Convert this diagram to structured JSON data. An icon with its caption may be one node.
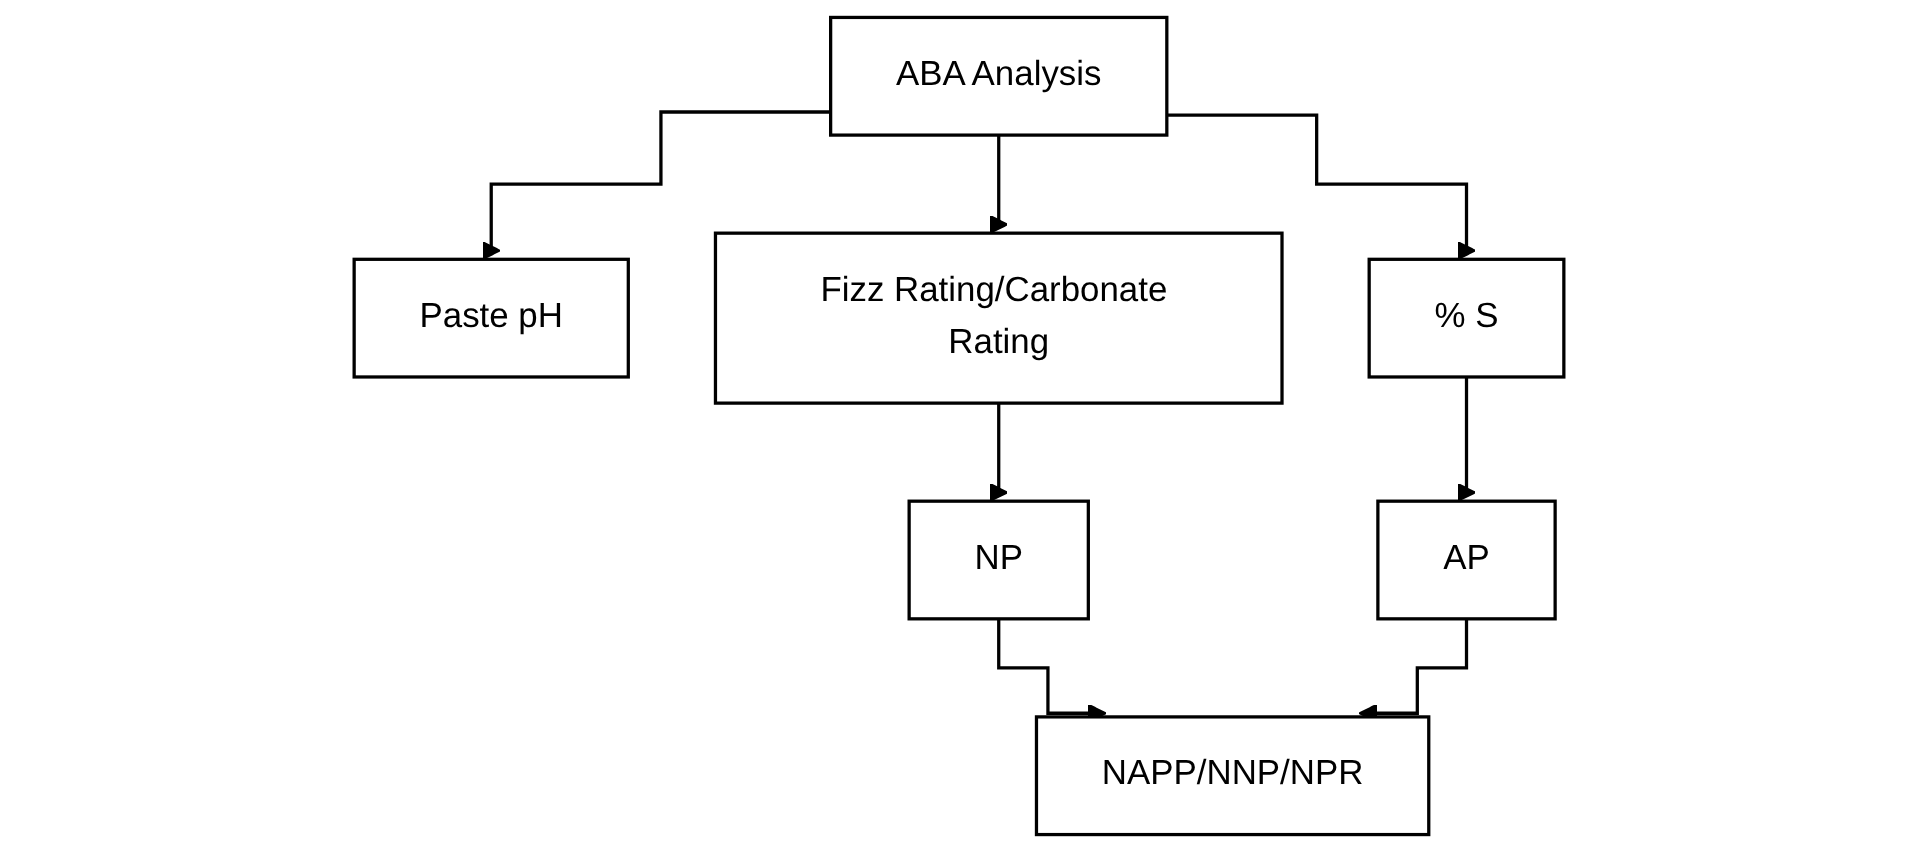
{
  "diagram": {
    "nodes": [
      {
        "text": [
          "ABA Analysis"
        ]
      },
      {
        "text": [
          "Paste pH"
        ]
      },
      {
        "text": [
          "Fizz Rating/Carbonate Rating"
        ]
      },
      {
        "text": [
          "% S"
        ]
      },
      {
        "text": [
          "NP"
        ]
      },
      {
        "text": [
          "AP"
        ]
      },
      {
        "text": [
          "NAPP/NNP/NPR"
        ]
      }
    ],
    "edges": [
      {
        "from": 0,
        "to": 1,
        "arrow": "to"
      },
      {
        "from": 0,
        "to": 2,
        "arrow": "to"
      },
      {
        "from": 0,
        "to": 3,
        "arrow": "to"
      },
      {
        "from": 2,
        "to": 4,
        "arrow": "to"
      },
      {
        "from": 3,
        "to": 5,
        "arrow": "to"
      },
      {
        "from": 4,
        "to": 6,
        "arrow": "to"
      },
      {
        "from": 5,
        "to": 6,
        "arrow": "to"
      }
    ]
  }
}
